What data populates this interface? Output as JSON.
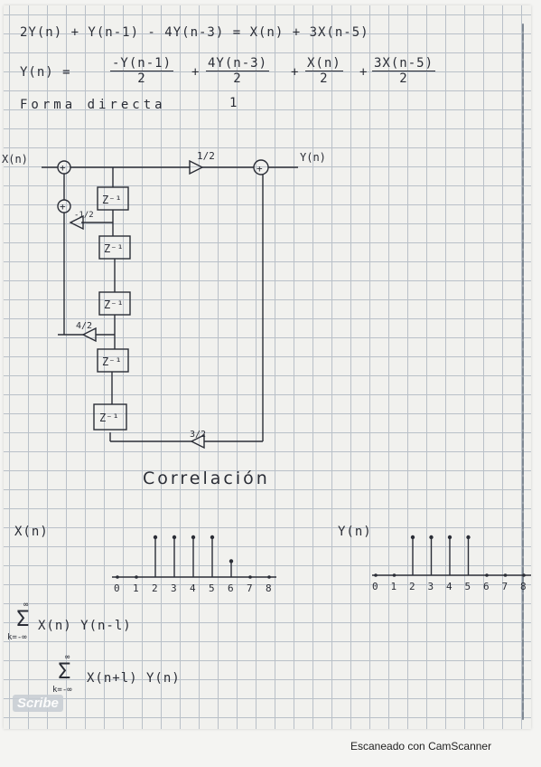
{
  "equations": {
    "eq1": "2Y(n) + Y(n-1) - 4Y(n-3) = X(n) + 3X(n-5)",
    "eq2_lhs": "Y(n) =",
    "eq2_t1_num": "-Y(n-1)",
    "eq2_t1_den": "2",
    "eq2_op1": "+",
    "eq2_t2_num": "4Y(n-3)",
    "eq2_t2_den": "2",
    "eq2_op2": "+",
    "eq2_t3_num": "X(n)",
    "eq2_t3_den": "2",
    "eq2_op3": "+",
    "eq2_t4_num": "3X(n-5)",
    "eq2_t4_den": "2"
  },
  "section_heading": "Forma directa",
  "section_number": "1",
  "block_diagram": {
    "input_label": "X(n)",
    "output_label": "Y(n)",
    "adder_symbol": "+",
    "delay_label": "Z⁻¹",
    "gain_forward": "1/2",
    "gain_feedback_1": "-1/2",
    "gain_feedback_3": "4/2",
    "gain_delayed_input": "3/2"
  },
  "correlation_title": "Correlación",
  "plots": {
    "x": {
      "label": "X(n)",
      "ticks": [
        "0",
        "1",
        "2",
        "3",
        "4",
        "5",
        "6",
        "7",
        "8"
      ]
    },
    "y": {
      "label": "Y(n)",
      "ticks": [
        "0",
        "1",
        "2",
        "3",
        "4",
        "5",
        "6",
        "7",
        "8"
      ]
    }
  },
  "chart_data": [
    {
      "type": "scatter",
      "title": "",
      "xlabel": "",
      "ylabel": "X(n)",
      "x": [
        0,
        1,
        2,
        3,
        4,
        5,
        6,
        7,
        8
      ],
      "values": [
        0,
        0,
        1,
        1,
        1,
        1,
        0.4,
        0,
        0
      ],
      "xlim": [
        0,
        8
      ]
    },
    {
      "type": "scatter",
      "title": "",
      "xlabel": "",
      "ylabel": "Y(n)",
      "x": [
        0,
        1,
        2,
        3,
        4,
        5,
        6,
        7,
        8
      ],
      "values": [
        0,
        0,
        1,
        1,
        1,
        1,
        0,
        0,
        0
      ],
      "xlim": [
        0,
        8
      ]
    }
  ],
  "sums": {
    "sum1_top": "∞",
    "sum1_sigma": "Σ",
    "sum1_bottom": "k=-∞",
    "sum1_expr": "X(n) Y(n-l)",
    "sum2_top": "∞",
    "sum2_sigma": "Σ",
    "sum2_bottom": "k=-∞",
    "sum2_expr": "X(n+l) Y(n)"
  },
  "watermark": "Scribe",
  "footer": "Escaneado con CamScanner",
  "colors": {
    "ink": "#2a2d36",
    "grid": "#b9c0c8",
    "paper": "#f1f1ee"
  }
}
